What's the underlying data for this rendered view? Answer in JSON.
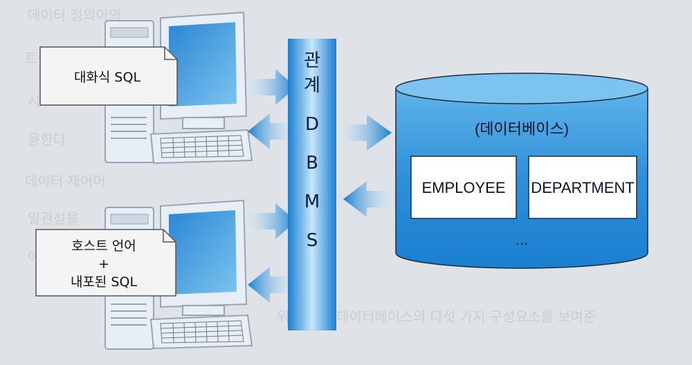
{
  "background_text": [
    "데이터 정의어의",
    "트랜잭션 관리",
    "시",
    "용한다",
    "데이터 제어어",
    "일관성을",
    "어떻게",
    "위한 관계 데이터베이스의 다섯 가지 구성요소를 보여준"
  ],
  "clients": [
    {
      "note_lines": [
        "대화식 SQL"
      ]
    },
    {
      "note_lines": [
        "호스트 언어",
        "+",
        "내포된 SQL"
      ]
    }
  ],
  "dbms": {
    "label_chars": [
      "관",
      "계",
      "D",
      "B",
      "M",
      "S"
    ]
  },
  "database": {
    "title": "(데이터베이스)",
    "tables": [
      "EMPLOYEE",
      "DEPARTMENT"
    ],
    "more": "..."
  },
  "colors": {
    "blue": "#1a7fd0",
    "blue_light": "#7cc4ef",
    "computer": "#e8eef5",
    "note": "#f4f4f4"
  }
}
